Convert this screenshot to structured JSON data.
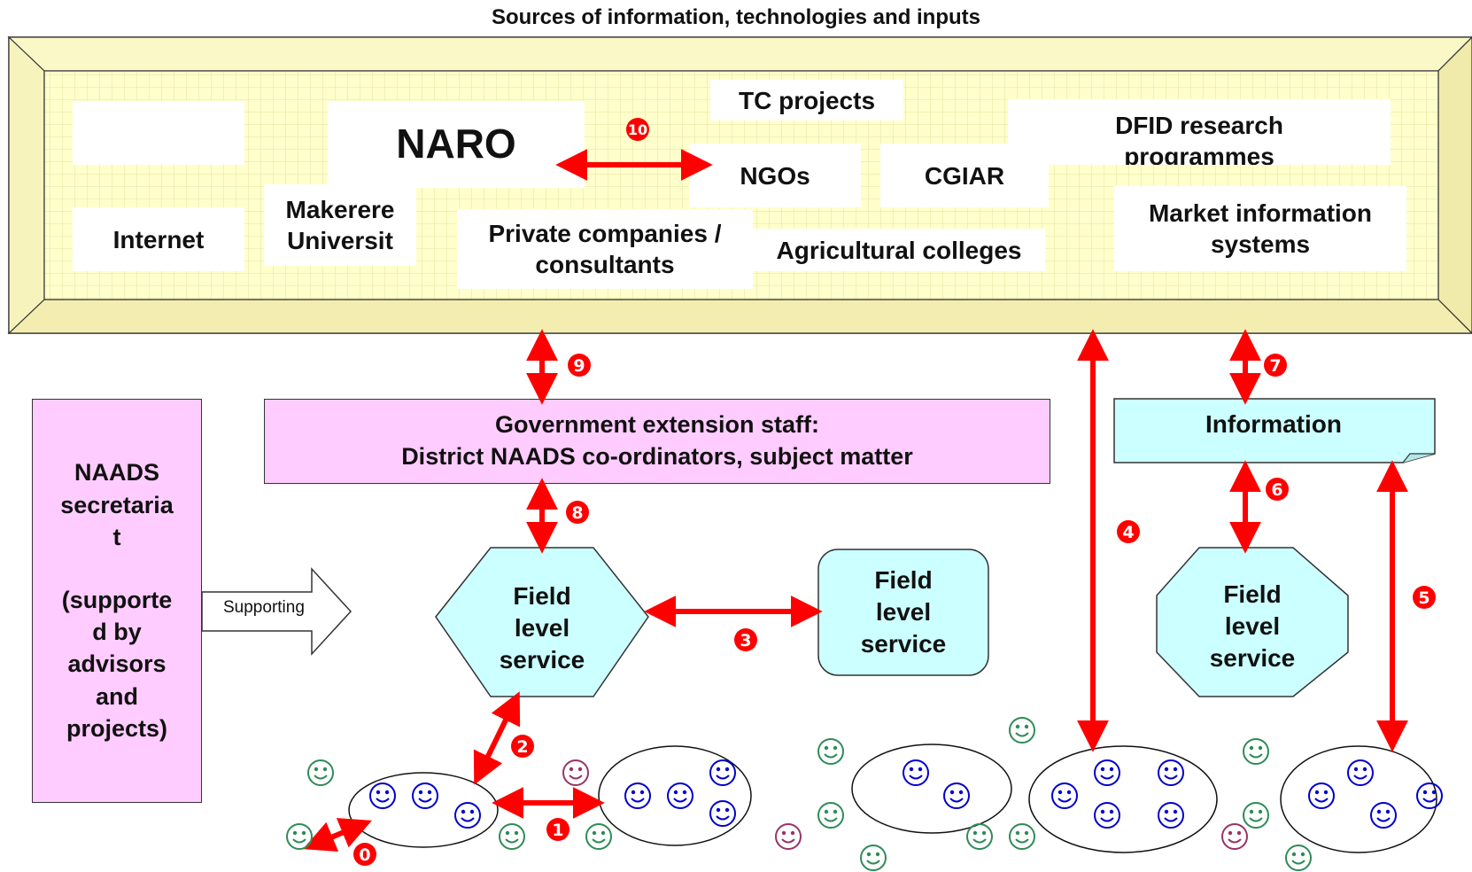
{
  "title": "Sources of information, technologies and inputs",
  "sources": {
    "naro": "NARO",
    "tc_projects": "TC projects",
    "dfid": "DFID research programmes",
    "ngos": "NGOs",
    "cgiar": "CGIAR",
    "makerere": "Makerere Universit",
    "internet": "Internet",
    "private": "Private companies / consultants",
    "agri_colleges": "Agricultural colleges",
    "market_info": "Market information systems"
  },
  "naads": {
    "label_line1": "NAADS",
    "label_line2": "secretaria",
    "label_line3": "t",
    "label_line4": "(supporte",
    "label_line5": "d by",
    "label_line6": "advisors",
    "label_line7": "and",
    "label_line8": "projects)"
  },
  "supporting_label": "Supporting",
  "gov_staff": {
    "line1": "Government extension staff:",
    "line2": "District NAADS co-ordinators, subject matter"
  },
  "information_label": "Information",
  "field_service_label": "Field level service",
  "field_service_lines": [
    "Field",
    "level",
    "service"
  ],
  "markers": {
    "m0": "0",
    "m1": "1",
    "m2": "2",
    "m3": "3",
    "m4": "4",
    "m5": "5",
    "m6": "6",
    "m7": "7",
    "m8": "8",
    "m9": "9",
    "m10": "10"
  },
  "colors": {
    "frame_fill": "#ffffcc",
    "frame_bevel": "#f5f0b0",
    "pink": "#ffccff",
    "cyan": "#ccffff",
    "arrow": "#ff0000",
    "marker": "#ff0000",
    "farmer_blue": "#0000cc",
    "farmer_green": "#2e8b57",
    "farmer_maroon": "#993366"
  }
}
